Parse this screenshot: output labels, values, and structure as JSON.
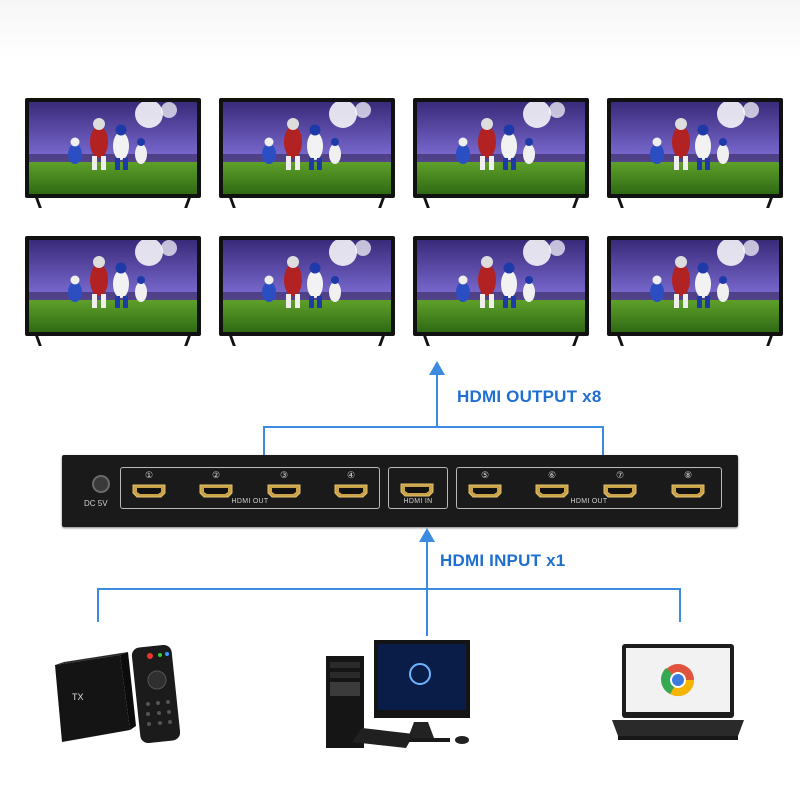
{
  "labels": {
    "output": "HDMI OUTPUT x8",
    "input": "HDMI INPUT x1"
  },
  "splitter": {
    "dc_label": "DC 5V",
    "left_group_label": "HDMI OUT",
    "center_group_label": "HDMI IN",
    "right_group_label": "HDMI OUT",
    "port_numbers": [
      "①",
      "②",
      "③",
      "④",
      "⑤",
      "⑥",
      "⑦",
      "⑧"
    ]
  },
  "sources": {
    "tv_box_brand": "TX"
  },
  "colors": {
    "accent_blue": "#1f6fd1",
    "line_blue": "#3c8be0",
    "device_black": "#1a1a1a"
  }
}
